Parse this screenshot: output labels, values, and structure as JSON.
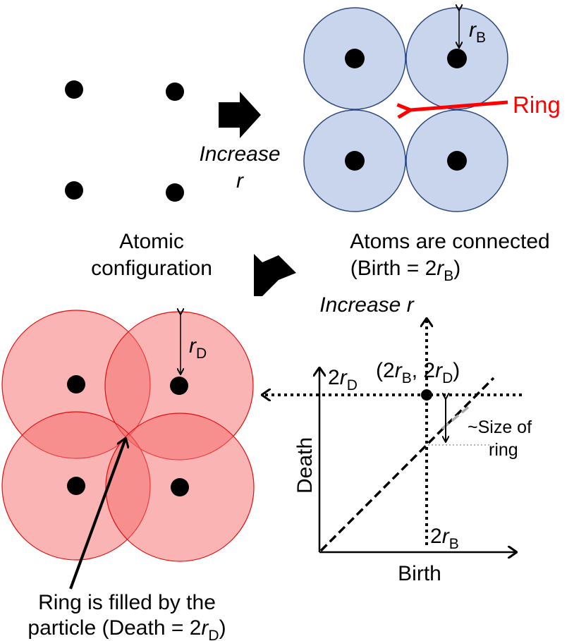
{
  "atomic_config": {
    "line1": "Atomic",
    "line2": "configuration"
  },
  "increase_r_1": {
    "line1": "Increase",
    "line2": "r"
  },
  "connected": {
    "line1": "Atoms are connected",
    "paren_open": "(Birth = 2",
    "r": "r",
    "sub": "B",
    "paren_close": ")"
  },
  "ring_label": "Ring",
  "rB_label": {
    "r": "r",
    "sub": "B"
  },
  "rD_label": {
    "r": "r",
    "sub": "D"
  },
  "increase_r_2": "Increase r",
  "filled": {
    "line1": "Ring is filled by the",
    "line2_a": "particle (Death = 2",
    "r": "r",
    "sub": "D",
    "close": ")"
  },
  "diagram": {
    "point_label": {
      "open": "(2",
      "r1": "r",
      "s1": "B",
      "mid": ", 2",
      "r2": "r",
      "s2": "D",
      "close": ")"
    },
    "y_tick": {
      "pre": "2",
      "r": "r",
      "sub": "D"
    },
    "x_tick": {
      "pre": "2",
      "r": "r",
      "sub": "B"
    },
    "size_label": {
      "line1": "~Size of",
      "line2": "ring"
    },
    "xlabel": "Birth",
    "ylabel": "Death"
  },
  "colors": {
    "blue_fill": "#c8d5ec",
    "blue_stroke": "#2f4a80",
    "red_fill": "#f56a6a",
    "red_stroke": "#e01010",
    "ring_arrow": "#ff0000"
  }
}
